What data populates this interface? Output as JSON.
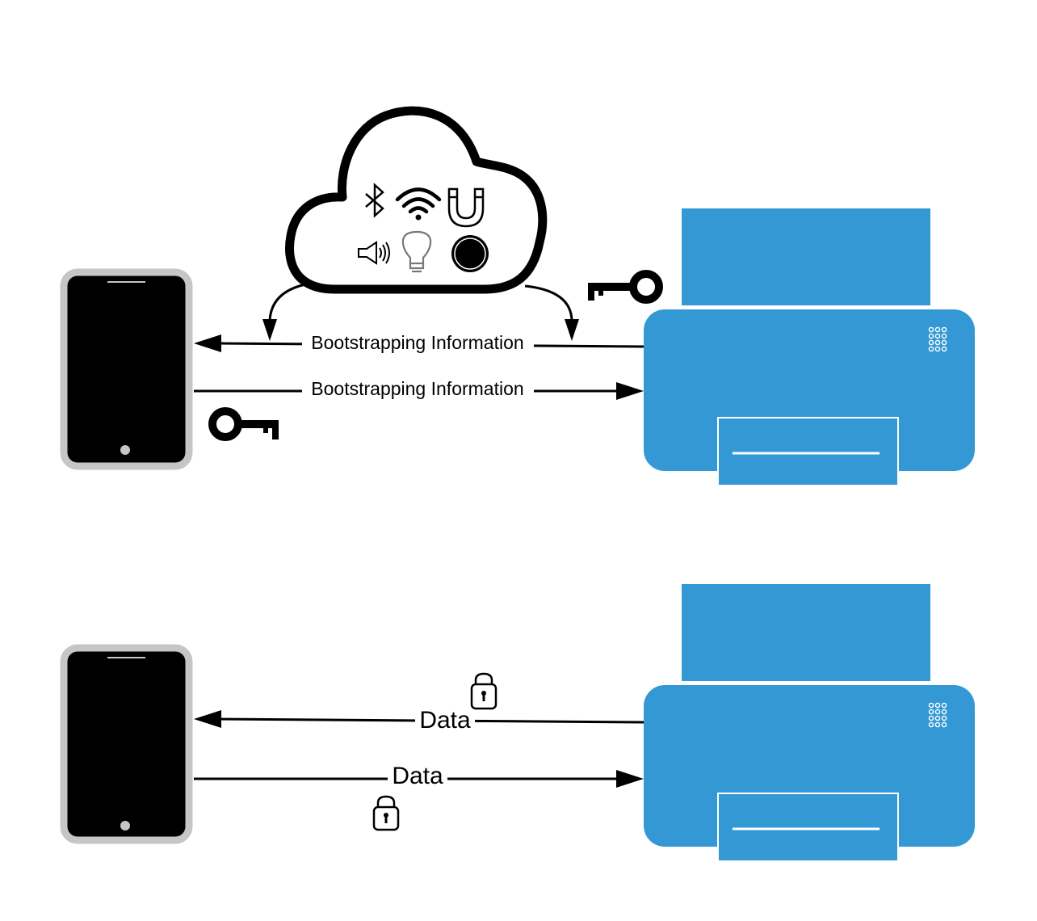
{
  "colors": {
    "printer": "#3498d5",
    "phone_frame": "#c6c6c6",
    "phone_screen": "#000000",
    "line": "#000000"
  },
  "cloud": {
    "icons": [
      "bluetooth-icon",
      "wifi-icon",
      "magnet-icon",
      "speaker-icon",
      "lightbulb-icon",
      "button-icon"
    ]
  },
  "top_section": {
    "arrow_to_phone_label": "Bootstrapping Information",
    "arrow_to_printer_label": "Bootstrapping Information",
    "printer_key_icon": "key-icon",
    "phone_key_icon": "key-icon"
  },
  "bottom_section": {
    "arrow_to_phone_label": "Data",
    "arrow_to_printer_label": "Data",
    "lock_icons": [
      "lock-icon",
      "lock-icon"
    ]
  }
}
